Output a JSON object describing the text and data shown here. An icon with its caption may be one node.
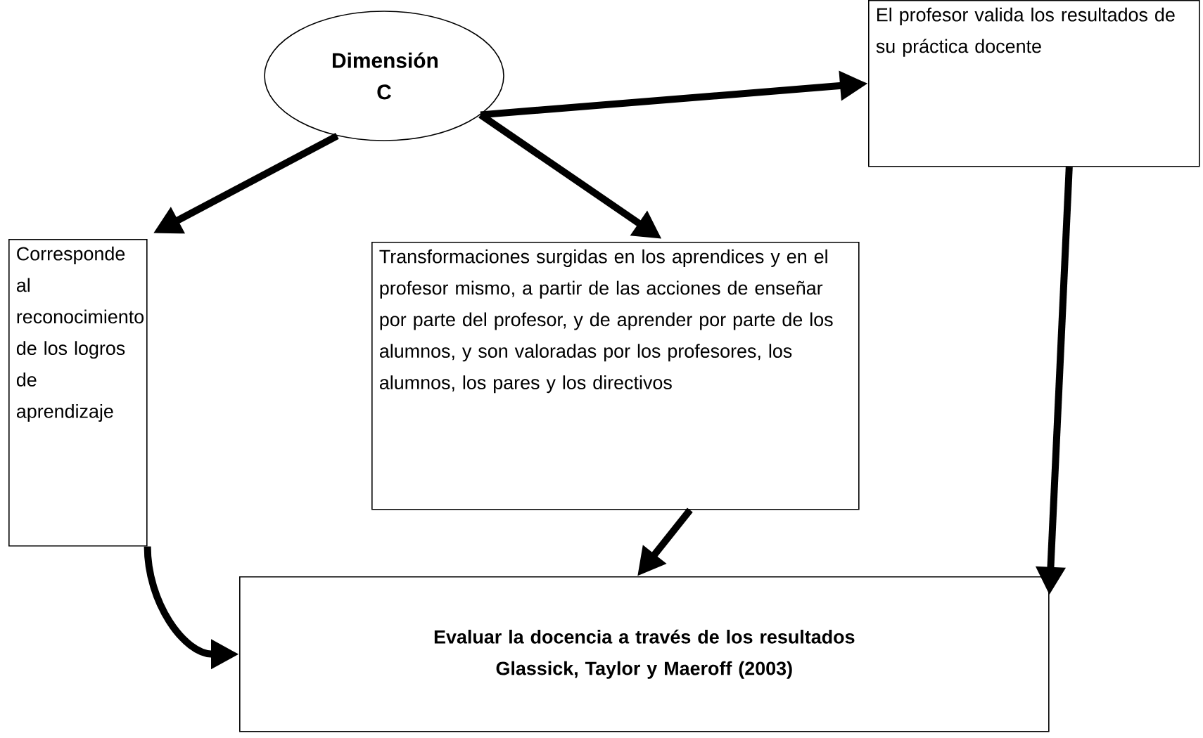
{
  "diagram": {
    "nodes": [
      {
        "text": [
          "Dimensión C"
        ]
      },
      {
        "text": [
          "El profesor valida los resultados de su práctica docente"
        ]
      },
      {
        "text": [
          "Corresponde al reconocimiento de los logros de aprendizaje"
        ]
      },
      {
        "text": [
          "Transformaciones surgidas en los aprendices y en el profesor mismo, a partir de las acciones de enseñar por parte del profesor, y de aprender por parte de los alumnos, y son valoradas por los profesores, los alumnos, los pares y los directivos"
        ]
      },
      {
        "text": [
          "Evaluar la docencia a través de los resultados",
          "Glassick, Taylor y Maeroff (2003)"
        ]
      }
    ],
    "edges": [
      {
        "from": 0,
        "to": 1,
        "arrow": "to"
      },
      {
        "from": 0,
        "to": 3,
        "arrow": "to"
      },
      {
        "from": 0,
        "to": 2,
        "arrow": "to"
      },
      {
        "from": 2,
        "to": 4,
        "arrow": "to"
      },
      {
        "from": 3,
        "to": 4,
        "arrow": "to"
      },
      {
        "from": 1,
        "to": 4,
        "arrow": "to"
      }
    ]
  }
}
